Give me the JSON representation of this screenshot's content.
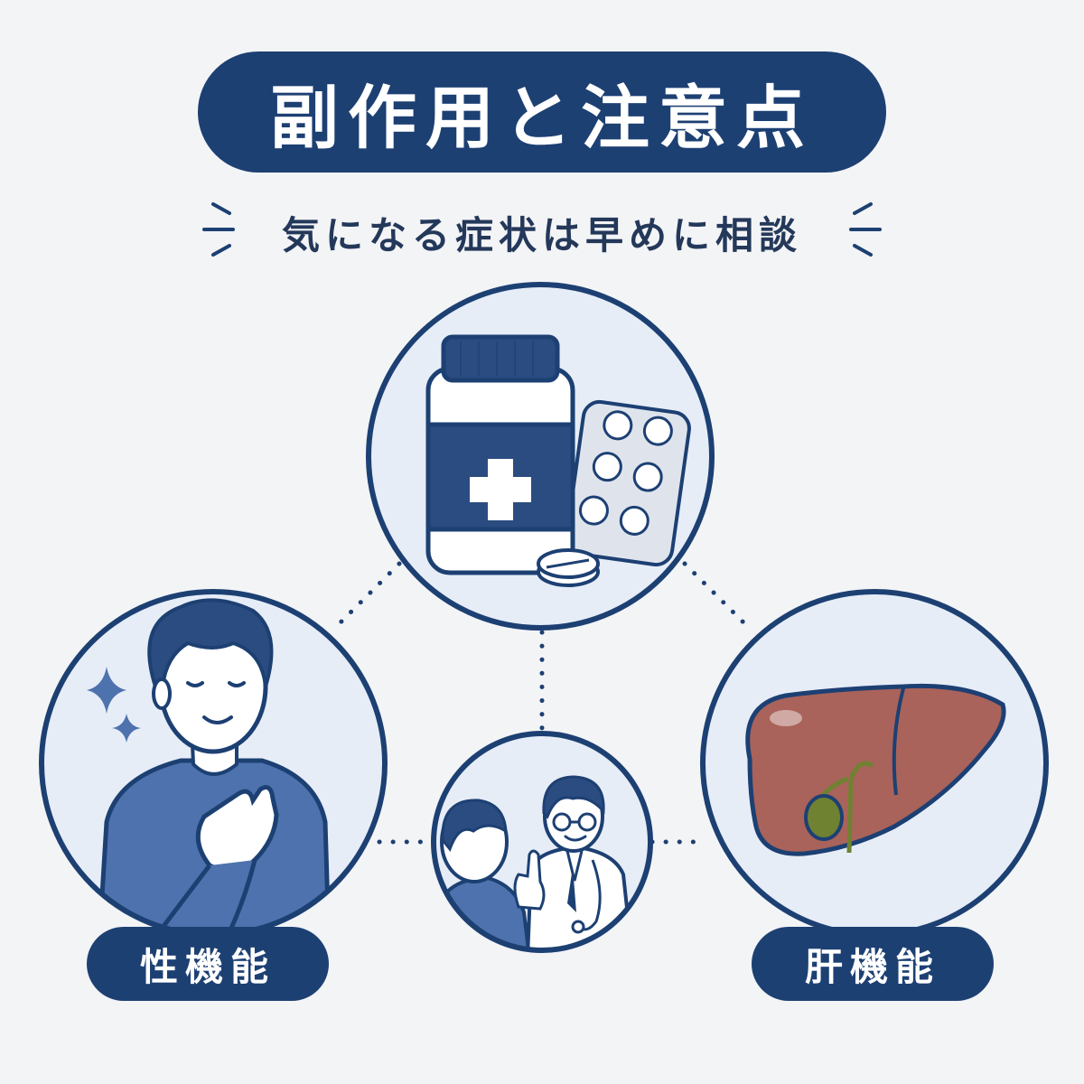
{
  "title": "副作用と注意点",
  "subtitle": "気になる症状は早めに相談",
  "labels": {
    "left": "性機能",
    "right": "肝機能"
  },
  "colors": {
    "navy": "#1d4073",
    "circle_fill": "#e6edf7",
    "liver": "#a9635a",
    "gallbladder": "#6f8232",
    "shirt": "#4e72ad",
    "background": "#f3f4f6"
  },
  "icons": [
    "medicine-bottle-icon",
    "blister-pack-icon",
    "tablet-icon",
    "sparkle-icon",
    "liver-icon",
    "gallbladder-icon",
    "stethoscope-icon"
  ]
}
